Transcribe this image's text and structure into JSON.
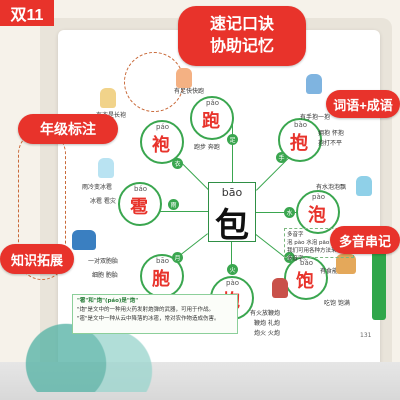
{
  "corner_logo": "双11",
  "tags": {
    "top_line1": "速记口诀",
    "top_line2": "协助记忆",
    "grade": "年级标注",
    "words": "词语+成语",
    "polyphone": "多音串记",
    "extension": "知识拓展"
  },
  "center": {
    "pinyin": "bāo",
    "char": "包"
  },
  "chars": [
    {
      "pinyin": "pǎo",
      "char": "跑",
      "radical": "足",
      "color": "#e8332b"
    },
    {
      "pinyin": "bào",
      "char": "抱",
      "radical": "手",
      "color": "#e8332b"
    },
    {
      "pinyin": "pào",
      "char": "泡",
      "radical": "水",
      "color": "#e8332b"
    },
    {
      "pinyin": "bǎo",
      "char": "饱",
      "radical": "食",
      "color": "#e8332b"
    },
    {
      "pinyin": "pào",
      "char": "炮",
      "radical": "火",
      "color": "#e8332b"
    },
    {
      "pinyin": "bāo",
      "char": "胞",
      "radical": "月",
      "color": "#e8332b"
    },
    {
      "pinyin": "báo",
      "char": "雹",
      "radical": "雨",
      "color": "#e8332b"
    },
    {
      "pinyin": "páo",
      "char": "袍",
      "radical": "衣",
      "color": "#e8332b"
    }
  ],
  "notes": {
    "run": "有足快快跑",
    "run_words": "跑步 奔跑",
    "hug": "有手抱一抱",
    "hug_words": "拥抱 怀抱",
    "hug_idiom": "抱打不平",
    "bubble": "有水泡泡飘",
    "full": "有食能吃饱",
    "full_words": "吃饱 饱满",
    "cannon": "有火放鞭炮",
    "cannon_words": "鞭炮 礼炮",
    "cannon_words2": "炮火 火炮",
    "twin": "一对双胞胎",
    "twin_words": "细胞 胞胎",
    "hail": "雨冷变冰雹",
    "hail_words": "冰雹 雹灾",
    "robe": "有衣是长袍"
  },
  "info_box": {
    "title": "\"雹\"和\"炮\"(páo)是\"炮\"",
    "line1": "\"炮\"是文中的一种用火药发射炮弹的武器，可用于作战。",
    "line2": "\"雹\"是文中一种从云中降落的冰雹，常对农作物造成伤害。"
  },
  "right_box": {
    "line1": "多音字",
    "line2": "泡 pào 水泡 pāo 眼泡",
    "line3": "我们可用各种方法来记住多音字。"
  },
  "page_number": "131"
}
